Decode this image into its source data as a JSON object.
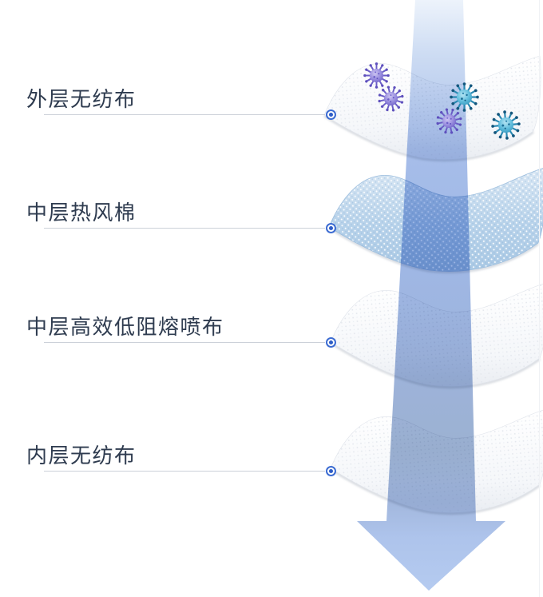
{
  "diagram": {
    "subject": "mask-filter-layers-infographic",
    "layers": [
      {
        "label": "外层无纺布",
        "marker_icon": "target-dot-icon"
      },
      {
        "label": "中层热风棉",
        "marker_icon": "target-dot-icon"
      },
      {
        "label": "中层高效低阻熔喷布",
        "marker_icon": "target-dot-icon"
      },
      {
        "label": "内层无纺布",
        "marker_icon": "target-dot-icon"
      }
    ],
    "icons": {
      "flow_arrow": "down-arrow-flow-icon",
      "virus_purple": "virus-icon",
      "virus_teal": "virus-icon"
    },
    "colors": {
      "label_text": "#2e3b4f",
      "leader_line": "#ccd1d9",
      "marker_blue": "#3c6cd2",
      "arrow_blue_light": "#e9f0fa",
      "arrow_blue_mid": "#92aee2",
      "arrow_blue_deep": "#8ea6cb",
      "mesh_layer_blue": "#b7d2ea",
      "sheet_white": "#f7f9fb",
      "virus_purple": "#8a7fd8",
      "virus_teal": "#4aa8c8"
    }
  }
}
